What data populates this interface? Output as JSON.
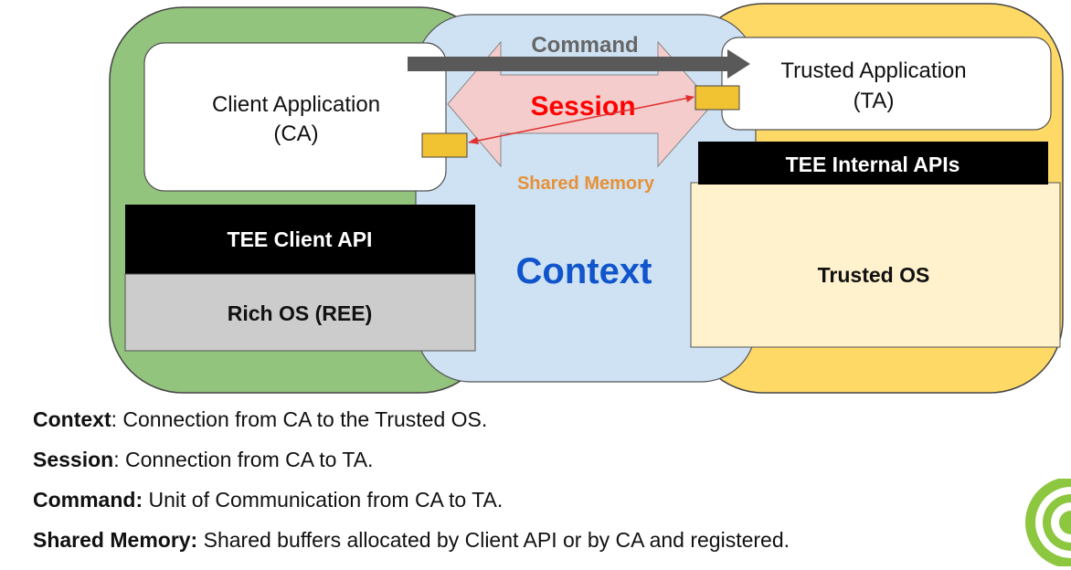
{
  "diagram": {
    "labels": {
      "command": "Command",
      "session": "Session",
      "shared_memory": "Shared Memory",
      "context": "Context"
    },
    "client_app": {
      "line1": "Client Application",
      "line2": "(CA)"
    },
    "trusted_app": {
      "line1": "Trusted Application",
      "line2": "(TA)"
    },
    "tee_client_api": "TEE Client API",
    "rich_os": "Rich OS (REE)",
    "tee_internal_apis": "TEE Internal APIs",
    "trusted_os": "Trusted OS",
    "colors": {
      "ree_green": "#93c47d",
      "context_blue": "#cfe2f3",
      "tee_yellow": "#ffd966",
      "trusted_os_bg": "#fff2cc",
      "session_arrow": "#f4cccc",
      "session_text": "#ff0000",
      "shared_memory_text": "#e69138",
      "context_text": "#1155cc",
      "command_arrow": "#595959",
      "memory_box": "#f1c232"
    }
  },
  "definitions": [
    {
      "term": "Context",
      "separator": ": ",
      "text": "Connection from CA to the Trusted OS."
    },
    {
      "term": "Session",
      "separator": ": ",
      "text": "Connection from CA to TA."
    },
    {
      "term": "Command:",
      "separator": " ",
      "text": "Unit of Communication from CA to TA."
    },
    {
      "term": "Shared Memory:",
      "separator": " ",
      "text": "Shared buffers allocated by Client API or by CA and registered."
    }
  ],
  "logo_icon": "target-logo-icon"
}
